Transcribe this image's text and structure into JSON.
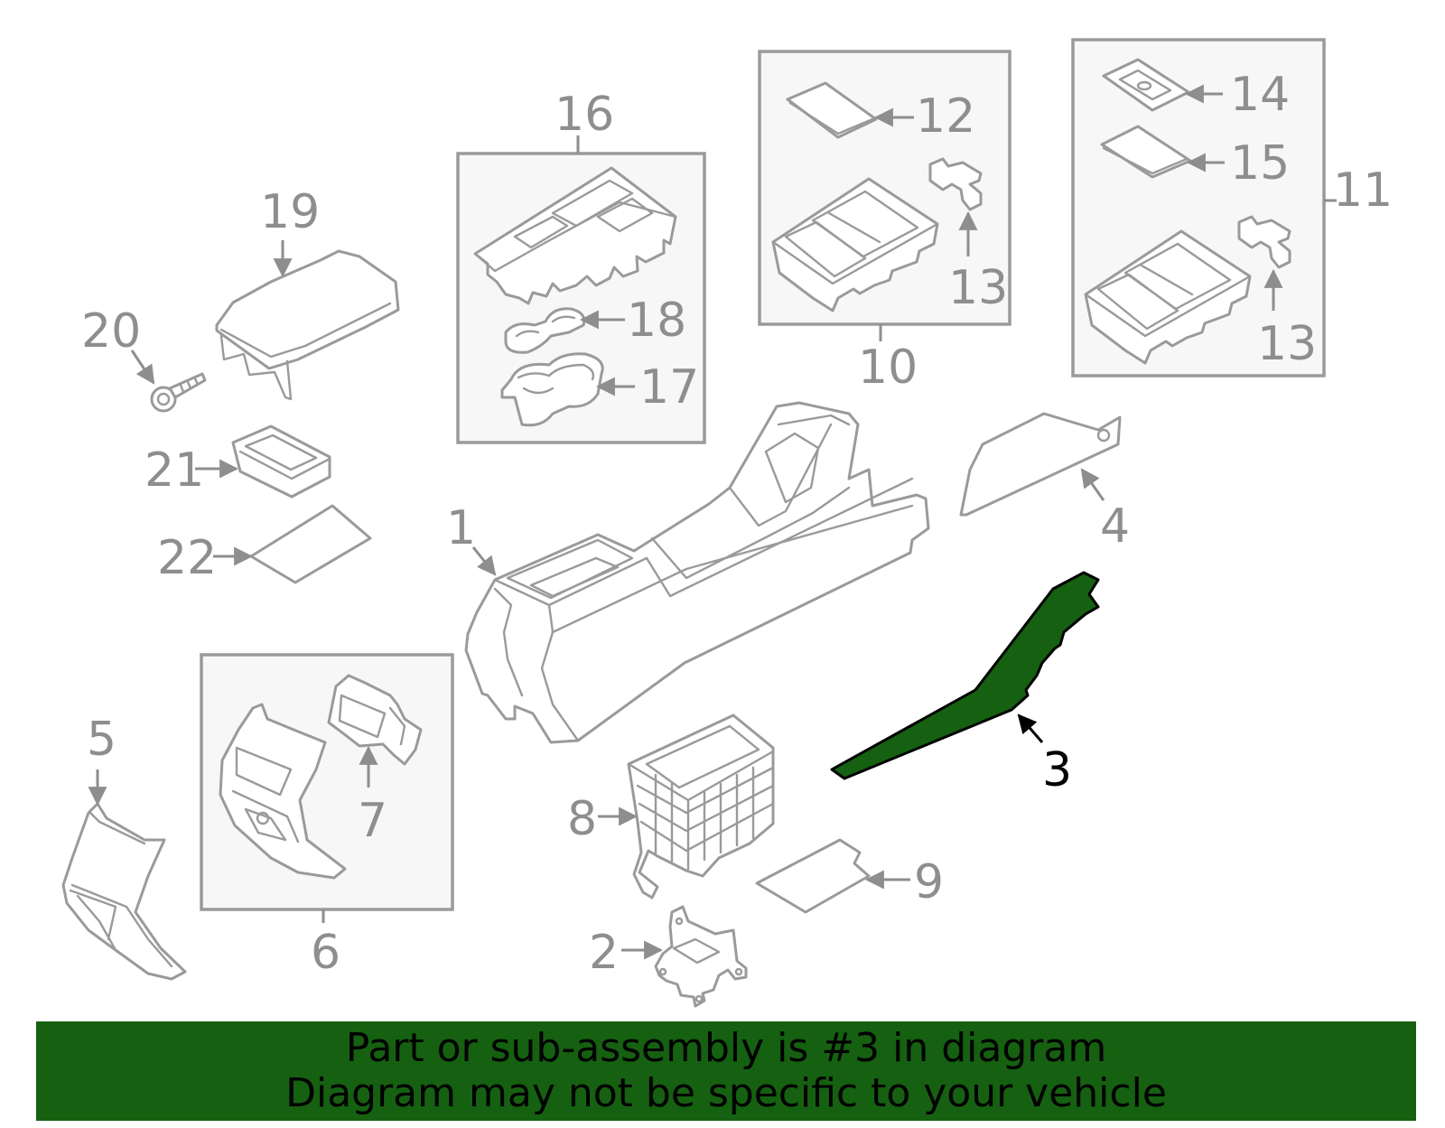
{
  "labels": {
    "l1": "1",
    "l2": "2",
    "l3": "3",
    "l4": "4",
    "l5": "5",
    "l6": "6",
    "l7": "7",
    "l8": "8",
    "l9": "9",
    "l10": "10",
    "l11": "11",
    "l12": "12",
    "l13a": "13",
    "l13b": "13",
    "l14": "14",
    "l15": "15",
    "l16": "16",
    "l17": "17",
    "l18": "18",
    "l19": "19",
    "l20": "20",
    "l21": "21",
    "l22": "22"
  },
  "banner": {
    "line1": "Part or sub-assembly is #3 in diagram",
    "line2": "Diagram may not be specific to your vehicle"
  },
  "colors": {
    "highlight": "#156011",
    "banner_bg": "#156011",
    "line_gray": "#9a9a9a",
    "box_fill": "#f7f7f7"
  }
}
